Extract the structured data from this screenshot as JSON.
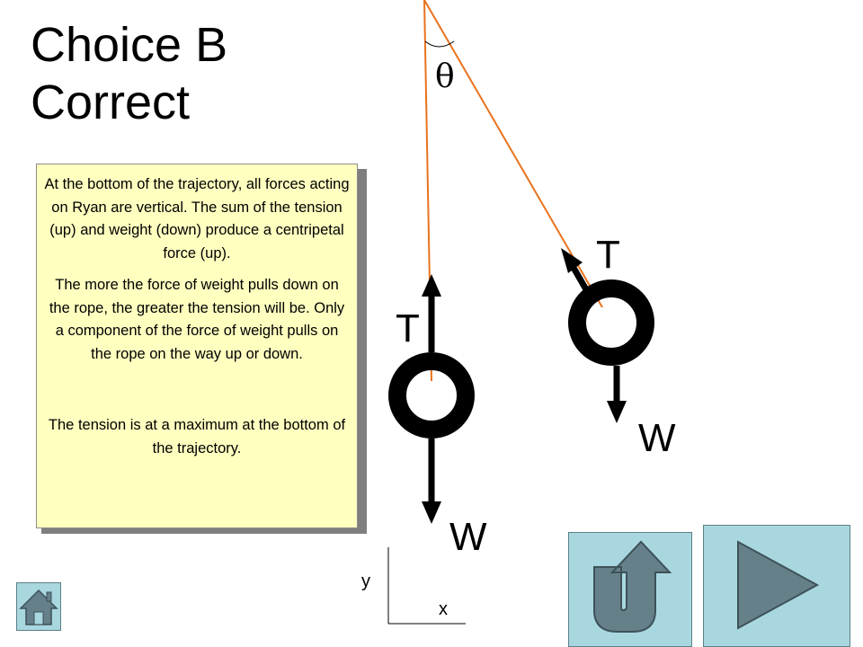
{
  "title": {
    "line1": "Choice B",
    "line2": "Correct"
  },
  "explanation": {
    "p1": "At the bottom of the trajectory, all forces acting on Ryan are vertical. The sum of the tension (up) and weight (down) produce a centripetal force (up).",
    "p2": "The more the force of weight pulls down on the rope, the greater the tension will be. Only a component of the force of weight pulls on the rope on the way up or down.",
    "p3": "The tension is at a maximum at the bottom of the trajectory."
  },
  "diagram": {
    "angle_label": "θ",
    "bottom_position": {
      "tension_label": "T",
      "weight_label": "W"
    },
    "swung_position": {
      "tension_label": "T",
      "weight_label": "W"
    },
    "axes": {
      "y_label": "y",
      "x_label": "x"
    },
    "colors": {
      "rope": "#e8731e",
      "tire": "#000000",
      "arrow": "#000000"
    }
  },
  "navigation": {
    "home_icon": "home-icon",
    "back_icon": "u-turn-return-icon",
    "next_icon": "play-forward-icon",
    "button_color": "#a9d7df",
    "icon_color": "#66808a"
  }
}
